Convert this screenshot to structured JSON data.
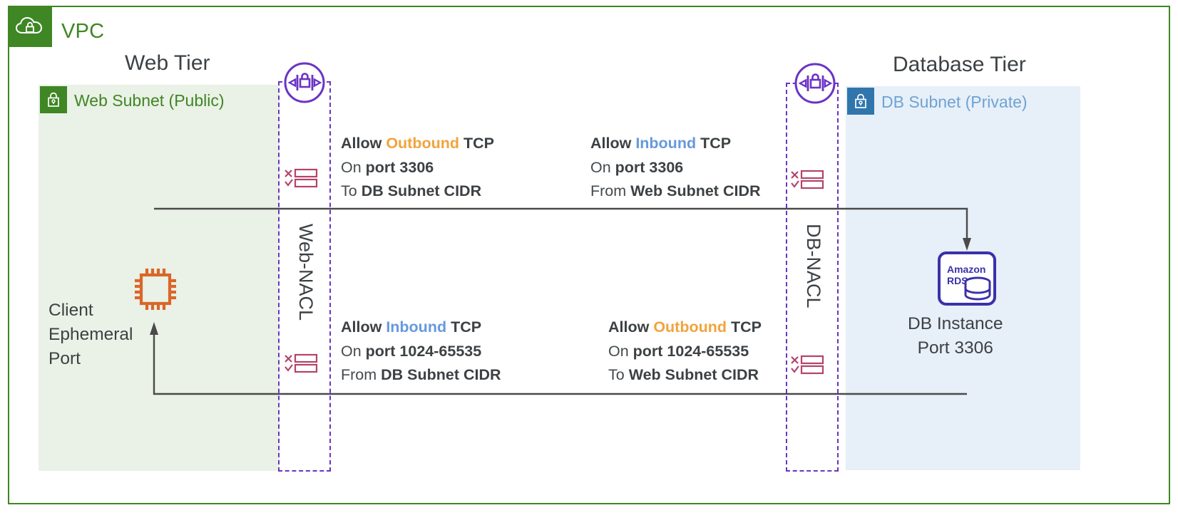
{
  "vpc": {
    "title": "VPC",
    "icon": "cloud-lock-icon",
    "border_color": "#3f8624"
  },
  "tiers": {
    "web": {
      "title": "Web Tier"
    },
    "database": {
      "title": "Database Tier"
    }
  },
  "subnets": {
    "web": {
      "label": "Web Subnet (Public)",
      "icon": "lock-icon",
      "badge_color": "#3f8624",
      "fill_color": "#eaf1e6",
      "text_color": "#3f8624"
    },
    "db": {
      "label": "DB Subnet (Private)",
      "icon": "lock-icon",
      "badge_color": "#3076ad",
      "fill_color": "#e7eff8",
      "text_color": "#6fa3d4"
    }
  },
  "nacls": {
    "web": {
      "label": "Web-NACL",
      "icon": "network-acl-icon",
      "color": "#6a34c4"
    },
    "db": {
      "label": "DB-NACL",
      "icon": "network-acl-icon",
      "color": "#6a34c4"
    }
  },
  "rules": {
    "web_outbound": {
      "line1_lead": "Allow ",
      "line1_direction": "Outbound",
      "line1_tail": " TCP",
      "line2_lead": "On ",
      "line2_value": "port 3306",
      "line3_lead": "To ",
      "line3_value": "DB Subnet CIDR",
      "direction_type": "outbound"
    },
    "db_inbound": {
      "line1_lead": "Allow ",
      "line1_direction": "Inbound",
      "line1_tail": " TCP",
      "line2_lead": "On ",
      "line2_value": "port 3306",
      "line3_lead": "From ",
      "line3_value": "Web Subnet CIDR",
      "direction_type": "inbound"
    },
    "web_inbound": {
      "line1_lead": "Allow ",
      "line1_direction": "Inbound",
      "line1_tail": " TCP",
      "line2_lead": "On ",
      "line2_value": "port 1024-65535",
      "line3_lead": "From ",
      "line3_value": "DB Subnet CIDR",
      "direction_type": "inbound"
    },
    "db_outbound": {
      "line1_lead": "Allow ",
      "line1_direction": "Outbound",
      "line1_tail": " TCP",
      "line2_lead": "On ",
      "line2_value": "port 1024-65535",
      "line3_lead": "To ",
      "line3_value": "Web Subnet CIDR",
      "direction_type": "outbound"
    }
  },
  "nodes": {
    "client": {
      "icon": "cpu-chip-icon",
      "label_line1": "Client",
      "label_line2": "Ephemeral",
      "label_line3": "Port",
      "icon_color": "#d9662a"
    },
    "database": {
      "icon": "amazon-rds-icon",
      "icon_text_line1": "Amazon",
      "icon_text_line2": "RDS",
      "label_line1": "DB Instance",
      "label_line2": "Port 3306",
      "icon_color": "#3a32a8"
    }
  },
  "colors": {
    "outbound": "#f2a33c",
    "inbound": "#6699dd",
    "nacl_purple": "#6a34c4",
    "rule_glyph": "#b4436b",
    "wire": "#4a4a4a"
  }
}
